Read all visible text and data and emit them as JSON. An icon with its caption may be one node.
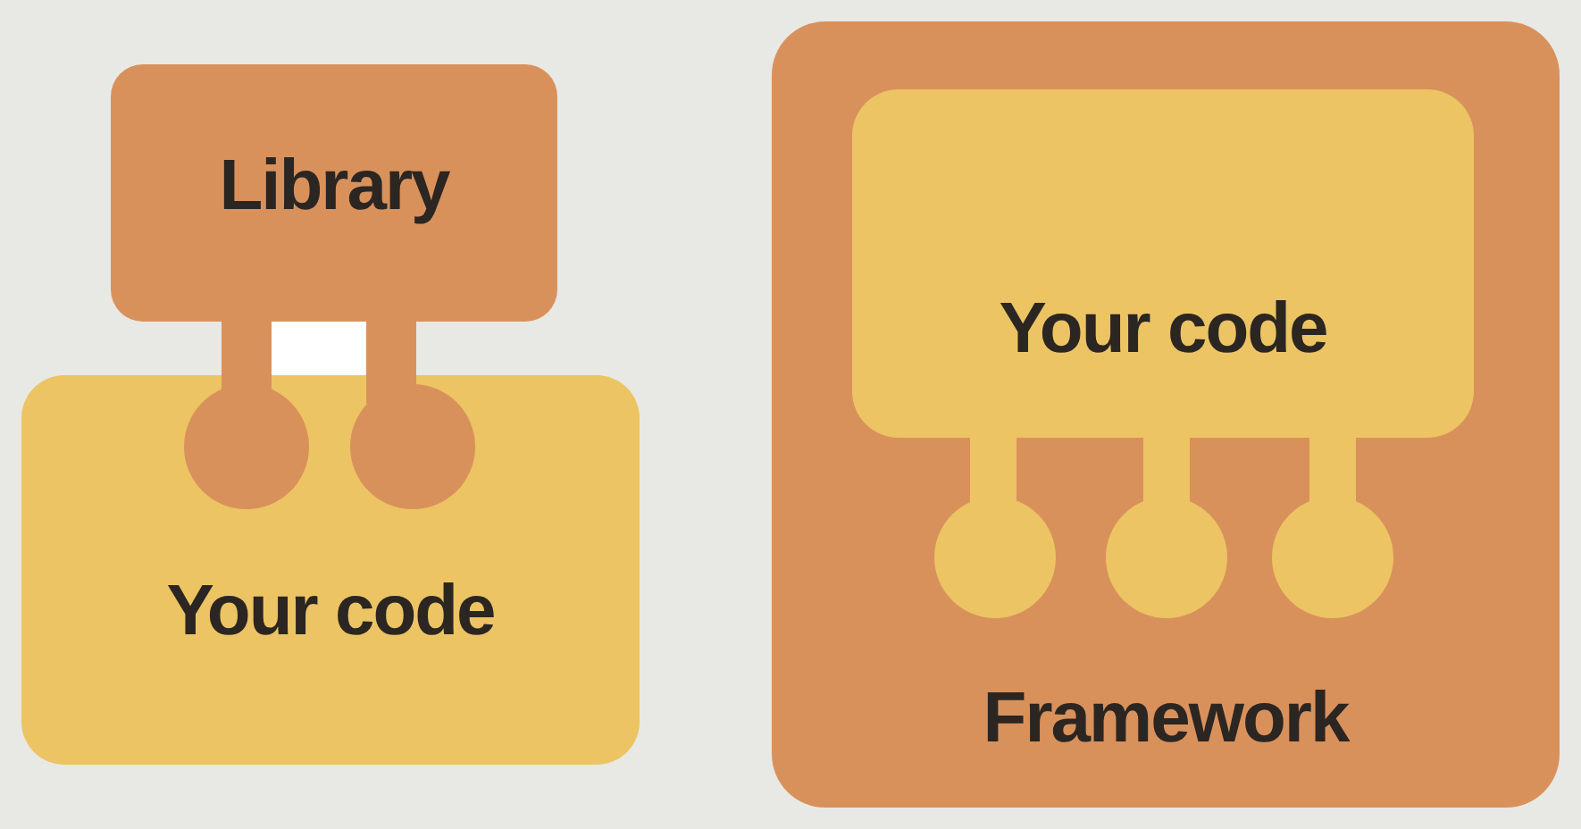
{
  "diagram": {
    "nodes": [
      {
        "text": [
          "Library"
        ]
      },
      {
        "text": [
          "Your code"
        ]
      },
      {
        "text": [
          "Framework"
        ]
      },
      {
        "text": [
          "Your code"
        ],
        "in": 2
      }
    ]
  }
}
